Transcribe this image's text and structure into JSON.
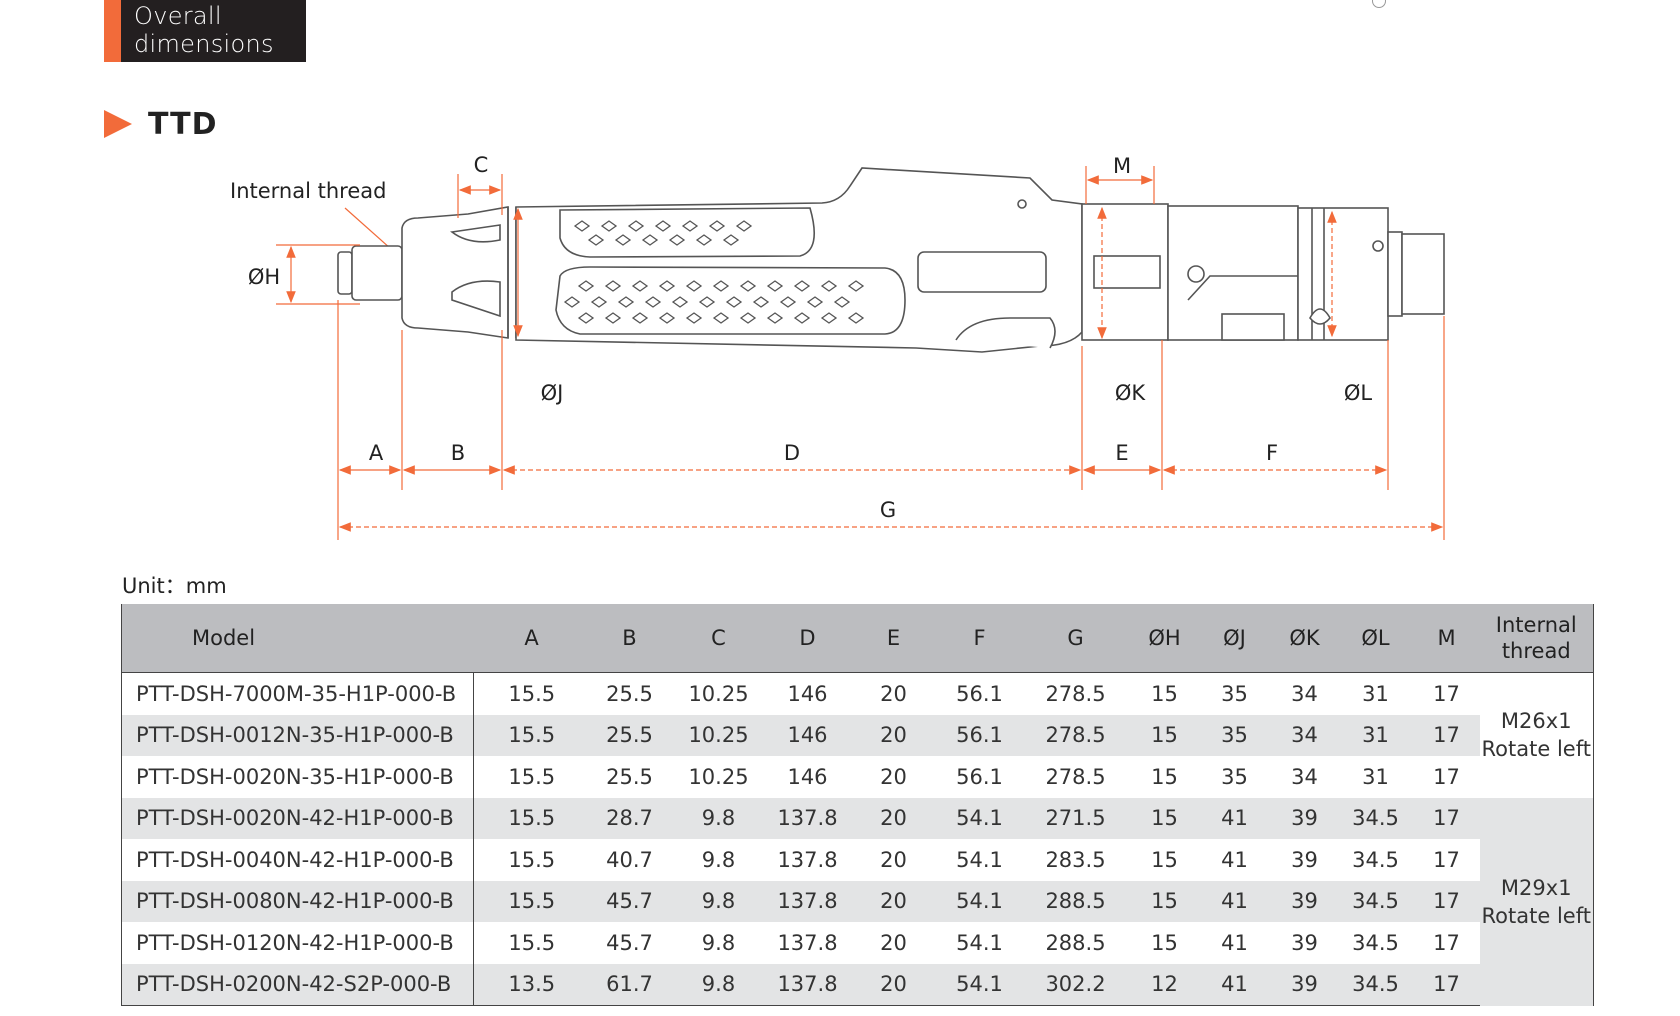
{
  "header": {
    "badge": "Overall\ndimensions"
  },
  "section": {
    "title": "TTD"
  },
  "drawing": {
    "callout": "Internal thread",
    "labels": {
      "A": "A",
      "B": "B",
      "C": "C",
      "D": "D",
      "E": "E",
      "F": "F",
      "G": "G",
      "H": "ØH",
      "J": "ØJ",
      "K": "ØK",
      "L": "ØL",
      "M": "M"
    }
  },
  "unit": "Unit：mm",
  "table": {
    "headers": [
      "Model",
      "A",
      "B",
      "C",
      "D",
      "E",
      "F",
      "G",
      "ØH",
      "ØJ",
      "ØK",
      "ØL",
      "M",
      "Internal\nthread"
    ],
    "rows": [
      [
        "PTT-DSH-7000M-35-H1P-000-B",
        "15.5",
        "25.5",
        "10.25",
        "146",
        "20",
        "56.1",
        "278.5",
        "15",
        "35",
        "34",
        "31",
        "17"
      ],
      [
        "PTT-DSH-0012N-35-H1P-000-B",
        "15.5",
        "25.5",
        "10.25",
        "146",
        "20",
        "56.1",
        "278.5",
        "15",
        "35",
        "34",
        "31",
        "17"
      ],
      [
        "PTT-DSH-0020N-35-H1P-000-B",
        "15.5",
        "25.5",
        "10.25",
        "146",
        "20",
        "56.1",
        "278.5",
        "15",
        "35",
        "34",
        "31",
        "17"
      ],
      [
        "PTT-DSH-0020N-42-H1P-000-B",
        "15.5",
        "28.7",
        "9.8",
        "137.8",
        "20",
        "54.1",
        "271.5",
        "15",
        "41",
        "39",
        "34.5",
        "17"
      ],
      [
        "PTT-DSH-0040N-42-H1P-000-B",
        "15.5",
        "40.7",
        "9.8",
        "137.8",
        "20",
        "54.1",
        "283.5",
        "15",
        "41",
        "39",
        "34.5",
        "17"
      ],
      [
        "PTT-DSH-0080N-42-H1P-000-B",
        "15.5",
        "45.7",
        "9.8",
        "137.8",
        "20",
        "54.1",
        "288.5",
        "15",
        "41",
        "39",
        "34.5",
        "17"
      ],
      [
        "PTT-DSH-0120N-42-H1P-000-B",
        "15.5",
        "45.7",
        "9.8",
        "137.8",
        "20",
        "54.1",
        "288.5",
        "15",
        "41",
        "39",
        "34.5",
        "17"
      ],
      [
        "PTT-DSH-0200N-42-S2P-000-B",
        "13.5",
        "61.7",
        "9.8",
        "137.8",
        "20",
        "54.1",
        "302.2",
        "12",
        "41",
        "39",
        "34.5",
        "17"
      ]
    ],
    "thread_groups": [
      {
        "label": "M26x1\nRotate left"
      },
      {
        "label": "M29x1\nRotate left"
      }
    ]
  },
  "colors": {
    "accent": "#f26b3a",
    "header_bg": "#231f20",
    "table_header": "#bcbdc0",
    "table_alt": "#e3e4e5"
  }
}
